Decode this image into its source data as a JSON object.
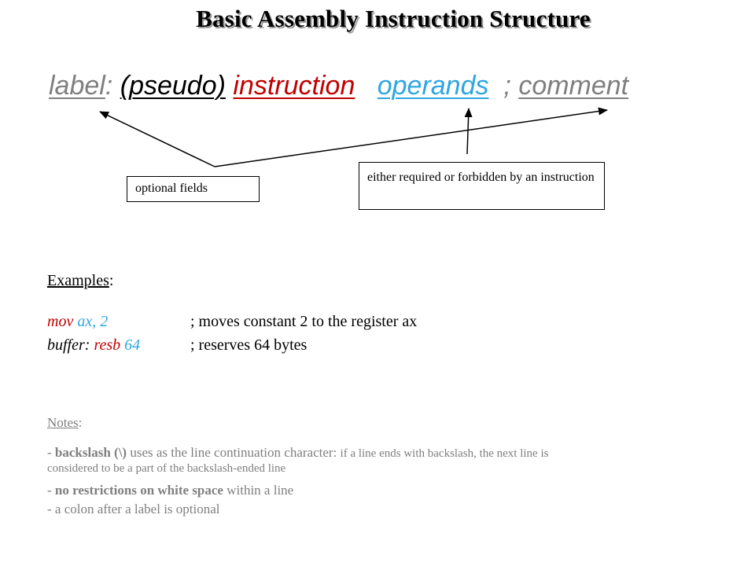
{
  "title": "Basic Assembly Instruction Structure",
  "syntax": {
    "label": "label",
    "colon": ":",
    "pseudo": "(pseudo)",
    "instruction": "instruction",
    "operands": "operands",
    "semicolon": ";",
    "comment": "comment"
  },
  "callouts": {
    "optional": "optional fields",
    "required": "either required or forbidden by an instruction"
  },
  "examples": {
    "heading": "Examples",
    "heading_colon": ":",
    "line1": {
      "instr": "mov",
      "operands": "ax, 2",
      "comment": "; moves constant 2 to the register ax"
    },
    "line2": {
      "label": "buffer:",
      "instr": "resb",
      "operands": "64",
      "comment": "; reserves 64 bytes"
    }
  },
  "notes": {
    "heading": "Notes",
    "heading_colon": ":",
    "n1_dash": "- ",
    "n1_bold": "backslash (\\)",
    "n1_text": " uses as the line continuation character: ",
    "n1_small": "if a line ends with backslash, the next line is",
    "n1_cont": "considered to be a part of the backslash-ended line",
    "n2_dash": "- ",
    "n2_bold": "no restrictions on white space",
    "n2_text": " within a line",
    "n3": "- a colon after a label is optional"
  },
  "colors": {
    "instruction": "#c00000",
    "operands": "#2ea6e0",
    "gray": "#7f7f7f"
  }
}
